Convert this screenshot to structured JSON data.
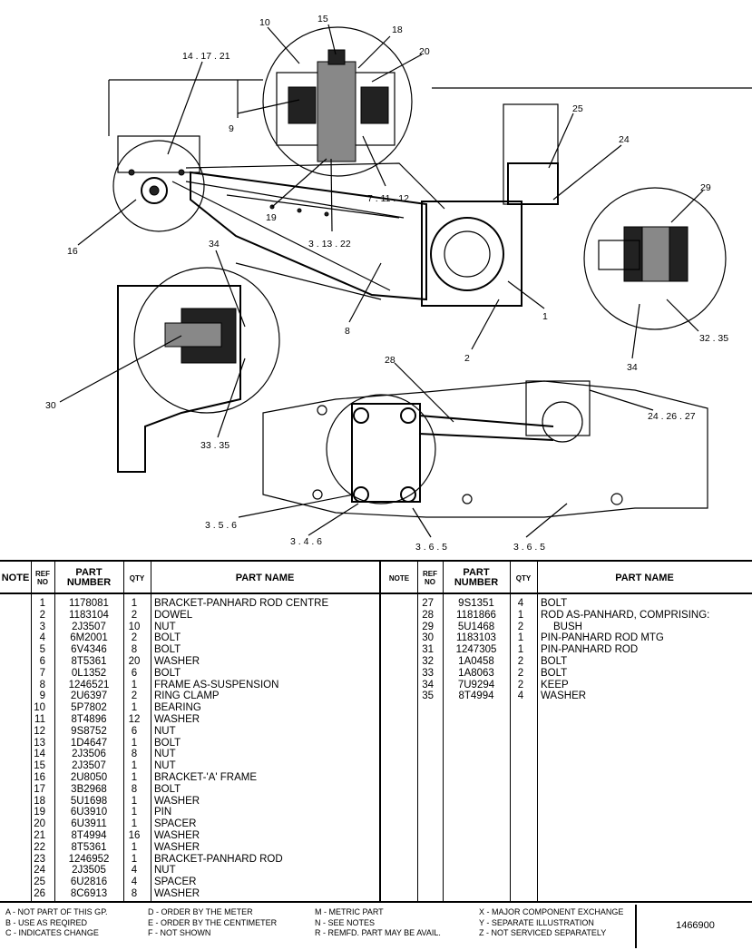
{
  "drawing": {
    "callouts": [
      "15",
      "10",
      "18",
      "20",
      "14 . 17 . 21",
      "9",
      "19",
      "7 . 11 . 12",
      "3 . 13 . 22",
      "16",
      "25",
      "24",
      "29",
      "34",
      "1",
      "2",
      "8",
      "32 . 35",
      "34",
      "30",
      "33 . 35",
      "28",
      "24 . 26 . 27",
      "3 . 5 . 6",
      "3 . 4 . 6",
      "3 . 6 . 5",
      "3 . 6 . 5"
    ]
  },
  "table": {
    "headers": {
      "note": "NOTE",
      "ref": "REF NO",
      "part_number": "PART NUMBER",
      "qty": "QTY",
      "part_name": "PART NAME"
    },
    "left_rows": [
      {
        "ref": "1",
        "part": "1178081",
        "qty": "1",
        "name": "BRACKET-PANHARD ROD CENTRE"
      },
      {
        "ref": "2",
        "part": "1183104",
        "qty": "2",
        "name": "DOWEL"
      },
      {
        "ref": "3",
        "part": "2J3507",
        "qty": "10",
        "name": "NUT"
      },
      {
        "ref": "4",
        "part": "6M2001",
        "qty": "2",
        "name": "BOLT"
      },
      {
        "ref": "5",
        "part": "6V4346",
        "qty": "8",
        "name": "BOLT"
      },
      {
        "ref": "6",
        "part": "8T5361",
        "qty": "20",
        "name": "WASHER"
      },
      {
        "ref": "7",
        "part": "0L1352",
        "qty": "6",
        "name": "BOLT"
      },
      {
        "ref": "8",
        "part": "1246521",
        "qty": "1",
        "name": "FRAME AS-SUSPENSION"
      },
      {
        "ref": "9",
        "part": "2U6397",
        "qty": "2",
        "name": "RING CLAMP"
      },
      {
        "ref": "10",
        "part": "5P7802",
        "qty": "1",
        "name": "BEARING"
      },
      {
        "ref": "11",
        "part": "8T4896",
        "qty": "12",
        "name": "WASHER"
      },
      {
        "ref": "12",
        "part": "9S8752",
        "qty": "6",
        "name": "NUT"
      },
      {
        "ref": "13",
        "part": "1D4647",
        "qty": "1",
        "name": "BOLT"
      },
      {
        "ref": "14",
        "part": "2J3506",
        "qty": "8",
        "name": "NUT"
      },
      {
        "ref": "15",
        "part": "2J3507",
        "qty": "1",
        "name": "NUT"
      },
      {
        "ref": "16",
        "part": "2U8050",
        "qty": "1",
        "name": "BRACKET-'A' FRAME"
      },
      {
        "ref": "17",
        "part": "3B2968",
        "qty": "8",
        "name": "BOLT"
      },
      {
        "ref": "18",
        "part": "5U1698",
        "qty": "1",
        "name": "WASHER"
      },
      {
        "ref": "19",
        "part": "6U3910",
        "qty": "1",
        "name": "PIN"
      },
      {
        "ref": "20",
        "part": "6U3911",
        "qty": "1",
        "name": "SPACER"
      },
      {
        "ref": "21",
        "part": "8T4994",
        "qty": "16",
        "name": "WASHER"
      },
      {
        "ref": "22",
        "part": "8T5361",
        "qty": "1",
        "name": "WASHER"
      },
      {
        "ref": "23",
        "part": "1246952",
        "qty": "1",
        "name": "BRACKET-PANHARD ROD"
      },
      {
        "ref": "24",
        "part": "2J3505",
        "qty": "4",
        "name": "NUT"
      },
      {
        "ref": "25",
        "part": "6U2816",
        "qty": "4",
        "name": "SPACER"
      },
      {
        "ref": "26",
        "part": "8C6913",
        "qty": "8",
        "name": "WASHER"
      }
    ],
    "right_rows": [
      {
        "ref": "27",
        "part": "9S1351",
        "qty": "4",
        "name": "BOLT"
      },
      {
        "ref": "28",
        "part": "1181866",
        "qty": "1",
        "name": "ROD AS-PANHARD, COMPRISING:"
      },
      {
        "ref": "29",
        "part": "5U1468",
        "qty": "2",
        "name": "BUSH"
      },
      {
        "ref": "30",
        "part": "1183103",
        "qty": "1",
        "name": "PIN-PANHARD ROD MTG"
      },
      {
        "ref": "31",
        "part": "1247305",
        "qty": "1",
        "name": "PIN-PANHARD ROD"
      },
      {
        "ref": "32",
        "part": "1A0458",
        "qty": "2",
        "name": "BOLT"
      },
      {
        "ref": "33",
        "part": "1A8063",
        "qty": "2",
        "name": "BOLT"
      },
      {
        "ref": "34",
        "part": "7U9294",
        "qty": "2",
        "name": "KEEP"
      },
      {
        "ref": "35",
        "part": "8T4994",
        "qty": "4",
        "name": "WASHER"
      }
    ]
  },
  "footer": {
    "col1": [
      "A - NOT PART OF THIS GP.",
      "B - USE AS REQIRED",
      "C - INDICATES CHANGE"
    ],
    "col2": [
      "D - ORDER BY THE METER",
      "E - ORDER BY THE CENTIMETER",
      "F - NOT SHOWN"
    ],
    "col3": [
      "M - METRIC PART",
      "N - SEE NOTES",
      "R - REMFD. PART MAY BE AVAIL."
    ],
    "col4": [
      "X - MAJOR COMPONENT EXCHANGE",
      "Y - SEPARATE ILLUSTRATION",
      "Z - NOT SERVICED SEPARATELY"
    ],
    "drawing_number": "1466900"
  }
}
